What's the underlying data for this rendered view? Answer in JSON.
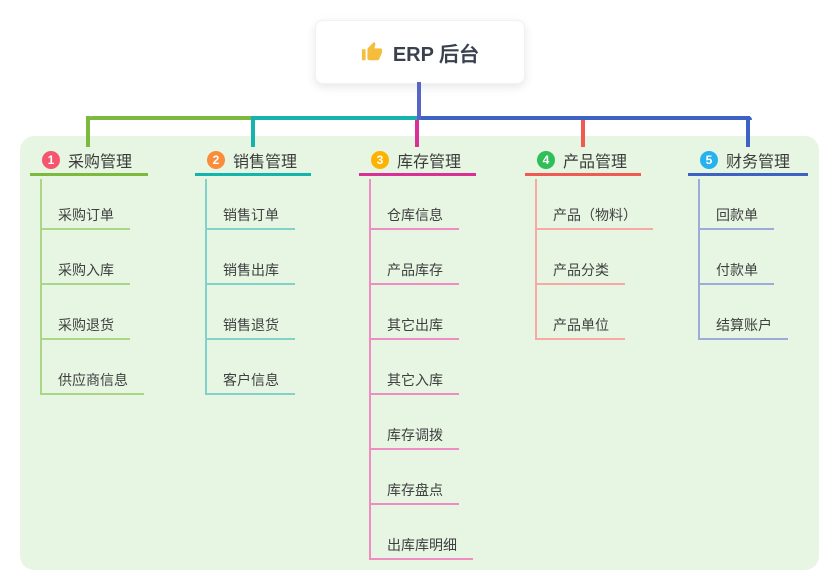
{
  "root": {
    "label": "ERP 后台",
    "icon": "thumbs-up-icon",
    "icon_color": "#f5bd3c"
  },
  "canvas": {
    "panel_color": "#e7f6e3",
    "root_connector_color": "#5565c8"
  },
  "branches": [
    {
      "num": "1",
      "title": "采购管理",
      "badge_color": "#f5556d",
      "line_color": "#7cb93e",
      "child_line_color": "#a9d687",
      "children": [
        "采购订单",
        "采购入库",
        "采购退货",
        "供应商信息"
      ]
    },
    {
      "num": "2",
      "title": "销售管理",
      "badge_color": "#fb8c3c",
      "line_color": "#14b3ac",
      "child_line_color": "#82d2cb",
      "children": [
        "销售订单",
        "销售出库",
        "销售退货",
        "客户信息"
      ]
    },
    {
      "num": "3",
      "title": "库存管理",
      "badge_color": "#ffb300",
      "line_color": "#da2f96",
      "child_line_color": "#f08cc4",
      "children": [
        "仓库信息",
        "产品库存",
        "其它出库",
        "其它入库",
        "库存调拨",
        "库存盘点",
        "出库库明细"
      ]
    },
    {
      "num": "4",
      "title": "产品管理",
      "badge_color": "#2fbe58",
      "line_color": "#f05a50",
      "child_line_color": "#f8a9a4",
      "children": [
        "产品（物料）",
        "产品分类",
        "产品单位"
      ]
    },
    {
      "num": "5",
      "title": "财务管理",
      "badge_color": "#25b2ef",
      "line_color": "#3e61c4",
      "child_line_color": "#9dabdb",
      "children": [
        "回款单",
        "付款单",
        "结算账户"
      ]
    }
  ]
}
